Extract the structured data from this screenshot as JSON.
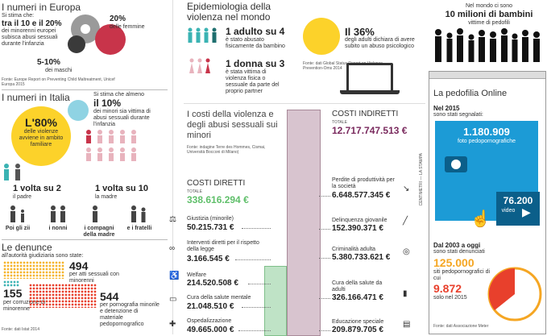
{
  "colors": {
    "teal": "#3bb3b3",
    "pink": "#e05a70",
    "yellow": "#fcd22a",
    "green": "#5fbf6a",
    "purple": "#7a2a5e",
    "blue": "#1c9bd6",
    "orange": "#f5a623",
    "red": "#e8402c"
  },
  "europa": {
    "title": "I numeri in Europa",
    "intro": "Si stima che:",
    "main_big": "tra il 10 e il 20%",
    "main_text": "dei minorenni europei subisca abusi sessuali durante l'infanzia",
    "femmine_pct": "20%",
    "femmine_label": "delle femmine",
    "maschi_pct": "5-10%",
    "maschi_label": "dei maschi",
    "source": "Fonte: Europe Report on Preventing Child Maltreatment, Unicef Europa 2015"
  },
  "italia": {
    "title": "I numeri in Italia",
    "intro": "Si stima che almeno",
    "pct": "il 10%",
    "pct_text": "dei minori sia vittima di abusi sessuali durante l'infanzia",
    "circle_big": "L'80%",
    "circle_text": "delle violenze avviene in ambito familiare",
    "padre_big": "1 volta su 2",
    "padre_label": "il padre",
    "madre_big": "1 volta su 10",
    "madre_label": "la madre",
    "roles": [
      "Poi gli zii",
      "i nonni",
      "i compagni della madre",
      "e i fratelli"
    ]
  },
  "denunce": {
    "title": "Le denunce",
    "intro": "all'autorità giudiziaria sono state:",
    "n1": "494",
    "t1": "per atti sessuali con minorenni",
    "n2": "155",
    "t2": "per corruzione di minorenne",
    "n3": "544",
    "t3": "per pornografia minorile e detenzione di materiale pedopornografico",
    "source": "Fonte: dati Istat 2014"
  },
  "epidemiologia": {
    "title": "Epidemiologia della violenza nel mondo",
    "maschi_big": "1 adulto su 4",
    "maschi_text": "è stato abusato fisicamente da bambino",
    "femmine_big": "1 donna su 3",
    "femmine_text": "è stata vittima di violenza fisica o sessuale da parte del proprio partner",
    "psico_big": "Il 36%",
    "psico_text": "degli adulti dichiara di avere subito un abuso psicologico",
    "source": "Fonte: dati Global Status Report on Violence Prevention-Oms 2014"
  },
  "costi": {
    "title": "I costi della violenza e degli abusi sessuali sui minori",
    "source": "Fonte: indagine Terre des Hommes, Cismai, Università Bocconi di Milano)",
    "diretti_title": "COSTI DIRETTI",
    "diretti_total_label": "TOTALE",
    "diretti_total": "338.616.294 €",
    "diretti": [
      {
        "label": "Giustizia (minorile)",
        "value": "50.215.731 €",
        "icon": "gavel-icon"
      },
      {
        "label": "Interventi diretti per il rispetto della legge",
        "value": "3.166.545 €",
        "icon": "handcuffs-icon"
      },
      {
        "label": "Welfare",
        "value": "214.520.508 €",
        "icon": "wheelchair-icon"
      },
      {
        "label": "Cura della salute mentale",
        "value": "21.048.510 €",
        "icon": "bed-icon"
      },
      {
        "label": "Ospedalizzazione",
        "value": "49.665.000 €",
        "icon": "hospital-icon"
      }
    ],
    "indiretti_title": "COSTI INDIRETTI",
    "indiretti_total_label": "TOTALE",
    "indiretti_total": "12.717.747.513 €",
    "indiretti": [
      {
        "label": "Perdite di produttività per la società",
        "value": "6.648.577.345 €",
        "icon": "chart-down-icon"
      },
      {
        "label": "Delinquenza giovanile",
        "value": "152.390.371 €",
        "icon": "knife-icon"
      },
      {
        "label": "Criminalità adulta",
        "value": "5.380.733.621 €",
        "icon": "target-icon"
      },
      {
        "label": "Cura della salute da adulti",
        "value": "326.166.471 €",
        "icon": "bottle-icon"
      },
      {
        "label": "Educazione speciale",
        "value": "209.879.705 €",
        "icon": "book-icon"
      }
    ]
  },
  "bambini": {
    "pre": "Nel mondo ci sono",
    "big": "10 milioni di bambini",
    "post": "vittime di pedofili"
  },
  "online": {
    "title": "La pedofilia Online",
    "year": "Nel 2015",
    "year_text": "sono stati segnalati:",
    "foto_num": "1.180.909",
    "foto_label": "foto pedopornografiche",
    "video_num": "76.200",
    "video_label": "video",
    "since": "Dal 2003 a oggi",
    "since_text": "sono stati denunciati",
    "siti_num": "125.000",
    "siti_label": "siti pedopornografici di cui",
    "nuovi_num": "9.872",
    "nuovi_label": "solo nel 2015",
    "source": "Fonte: dati Associazione Meter",
    "credit": "CENTIMETRI — LA STAMPA"
  }
}
